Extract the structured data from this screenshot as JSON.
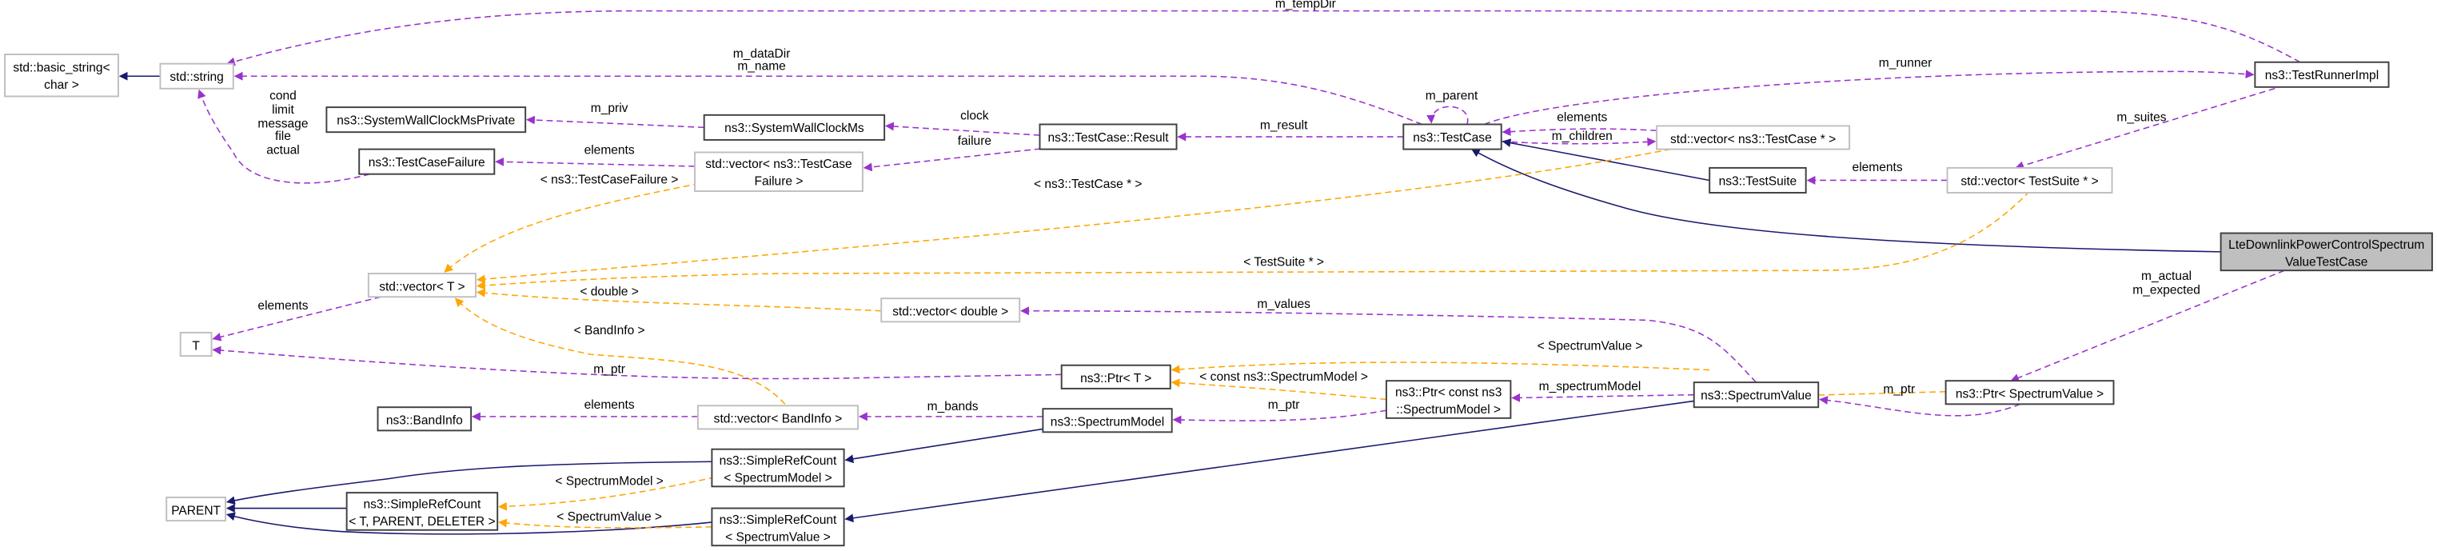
{
  "colors": {
    "usage": "#9a32cd",
    "template": "#ffa500",
    "inherit": "#191970",
    "selected_fill": "#bfbfbf"
  },
  "nodes": {
    "basic_string": [
      "std::basic_string<",
      "char >"
    ],
    "string": "std::string",
    "wallclock_private": "ns3::SystemWallClockMsPrivate",
    "testcase_failure": "ns3::TestCaseFailure",
    "wallclock": "ns3::SystemWallClockMs",
    "vector_testcase_failure": [
      "std::vector< ns3::TestCase",
      "Failure >"
    ],
    "testcase_result": "ns3::TestCase::Result",
    "testcase": "ns3::TestCase",
    "vector_testcase_ptr": "std::vector< ns3::TestCase * >",
    "testrunnerimpl": "ns3::TestRunnerImpl",
    "testsuite": "ns3::TestSuite",
    "vector_testsuite_ptr": "std::vector< TestSuite * >",
    "main": [
      "LteDownlinkPowerControlSpectrum",
      "ValueTestCase"
    ],
    "vector_t": "std::vector< T >",
    "vector_double": "std::vector< double >",
    "t": "T",
    "ptr_t": "ns3::Ptr< T >",
    "ptr_const_spectrummodel": [
      "ns3::Ptr< const ns3",
      "::SpectrumModel >"
    ],
    "spectrumvalue": "ns3::SpectrumValue",
    "ptr_spectrumvalue": "ns3::Ptr< SpectrumValue >",
    "bandinfo": "ns3::BandInfo",
    "vector_bandinfo": "std::vector< BandInfo >",
    "spectrummodel": "ns3::SpectrumModel",
    "src_spectrummodel": [
      "ns3::SimpleRefCount",
      "< SpectrumModel >"
    ],
    "parent": "PARENT",
    "src_generic": [
      "ns3::SimpleRefCount",
      "< T, PARENT, DELETER >"
    ],
    "src_spectrumvalue": [
      "ns3::SimpleRefCount",
      "< SpectrumValue >"
    ]
  },
  "edges": {
    "m_tempDir": "m_tempDir",
    "m_dataDir_name": [
      "m_dataDir",
      "m_name"
    ],
    "failure_strings": [
      "cond",
      "limit",
      "message",
      "file",
      "actual"
    ],
    "m_priv": "m_priv",
    "failure_elements": "elements",
    "clock": "clock",
    "failure": "failure",
    "m_result": "m_result",
    "m_parent": "m_parent",
    "testcase_elements": "elements",
    "m_children": "m_children",
    "m_runner": "m_runner",
    "suite_elements": "elements",
    "m_suites": "m_suites",
    "tpl_testcase_ptr": "< ns3::TestCase * >",
    "tpl_testcase_failure": "< ns3::TestCaseFailure >",
    "tpl_testsuite_ptr": "< TestSuite * >",
    "tpl_double": "< double >",
    "tpl_bandinfo": "< BandInfo >",
    "vector_elements": "elements",
    "ptr_m_ptr": "m_ptr",
    "m_values": "m_values",
    "tpl_spectrumvalue": "< SpectrumValue >",
    "tpl_const_spectrummodel": "< const ns3::SpectrumModel >",
    "m_spectrumModel": "m_spectrumModel",
    "model_m_ptr": "m_ptr",
    "value_m_ptr": "m_ptr",
    "m_actual_expected": [
      "m_actual",
      "m_expected"
    ],
    "m_bands": "m_bands",
    "bandinfo_elements": "elements",
    "tpl_src_spectrummodel": "< SpectrumModel >",
    "tpl_src_spectrumvalue": "< SpectrumValue >"
  }
}
